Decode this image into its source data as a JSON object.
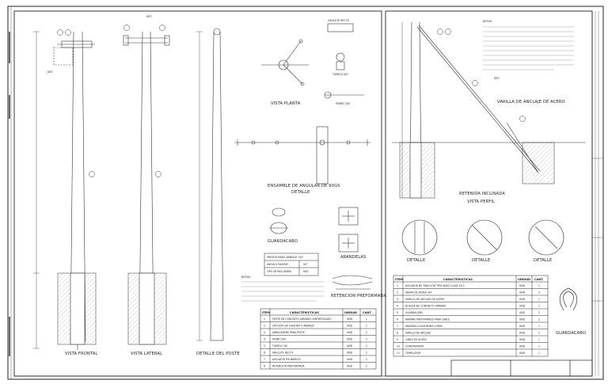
{
  "sheet": {
    "left_sheet": {
      "views": {
        "front": "VISTA FRONTAL",
        "lateral": "VISTA LATERAL",
        "post_detail": "DETALLE DEL POSTE",
        "plan": "VISTA PLANTA",
        "assembly": "ENSAMBLE DE ANGULAR DE 90GS",
        "guardacabo": "GUARDACABO",
        "arandelas": "ARANDELAS",
        "retencion": "RETENCION PREFORMADA",
        "detalle": "DETALLE",
        "det_label": "DET."
      },
      "parts": {
        "grillete": "GRILLETE RECTO",
        "tuerca": "TUERCA OJO",
        "perno": "PERNO OJO"
      },
      "prestaciones": {
        "title": "PRESTACIONES ARMADO \"A4\"",
        "rows": [
          [
            "ANGULO MAXIMO",
            "90°"
          ],
          [
            "TIPO DE RED AEREA",
            "RSD"
          ]
        ]
      },
      "notes_title": "NOTAS:",
      "table": {
        "headers": [
          "ITEM",
          "CARACTERISTICAS",
          "UNIDAD",
          "CANT."
        ],
        "rows": [
          [
            "1",
            "POSTE DE CONCRETO ARMADO CENTRIFUGADO",
            "UND",
            "1"
          ],
          [
            "2",
            "CRUCETA DE CONCRETO ARMADO",
            "UND",
            "1"
          ],
          [
            "3",
            "ABRAZADERA PARA POSTE",
            "UND",
            "2"
          ],
          [
            "4",
            "PERNO OJO",
            "UND",
            "2"
          ],
          [
            "5",
            "TUERCA OJO",
            "UND",
            "2"
          ],
          [
            "6",
            "GRILLETE RECTO",
            "UND",
            "2"
          ],
          [
            "7",
            "AISLADOR POLIMERICO",
            "UND",
            "2"
          ],
          [
            "8",
            "RETENCION PREFORMADA",
            "UND",
            "2"
          ]
        ]
      }
    },
    "right_sheet": {
      "notes_title": "NOTAS:",
      "views": {
        "varilla": "VARILLA DE ANCLAJE DE ACERO",
        "retenida": "RETENIDA INCLINADA",
        "vista_perfil": "VISTA PERFIL",
        "guardacabo": "GUARDACABO",
        "detalle": "DETALLE",
        "det_label": "DET."
      },
      "table": {
        "headers": [
          "ITEM",
          "CARACTERISTICAS",
          "UNIDAD",
          "CANT."
        ],
        "rows": [
          [
            "1",
            "AISLADOR DE TRACCION TIPO NUEZ CLASE 54-2",
            "UND",
            "1"
          ],
          [
            "2",
            "GRAPA DE DOBLE VIA",
            "UND",
            "3"
          ],
          [
            "3",
            "VARILLA DE ANCLAJE DE ACERO",
            "UND",
            "1"
          ],
          [
            "4",
            "BLOQUE DE CONCRETO ARMADO",
            "UND",
            "1"
          ],
          [
            "5",
            "GUARDACABO",
            "UND",
            "2"
          ],
          [
            "6",
            "AMARRE PREFORMADO PARA CABLE",
            "UND",
            "2"
          ],
          [
            "7",
            "ARANDELA CUADRADA CURVA",
            "UND",
            "1"
          ],
          [
            "8",
            "VARILLA DE ANCLAJE",
            "UND",
            "1"
          ],
          [
            "9",
            "CABLE DE ACERO",
            "UND",
            "1"
          ],
          [
            "10",
            "CONTRAPUNTA",
            "UND",
            "1"
          ],
          [
            "11",
            "TEMPLADOR",
            "UND",
            "1"
          ]
        ]
      }
    }
  }
}
